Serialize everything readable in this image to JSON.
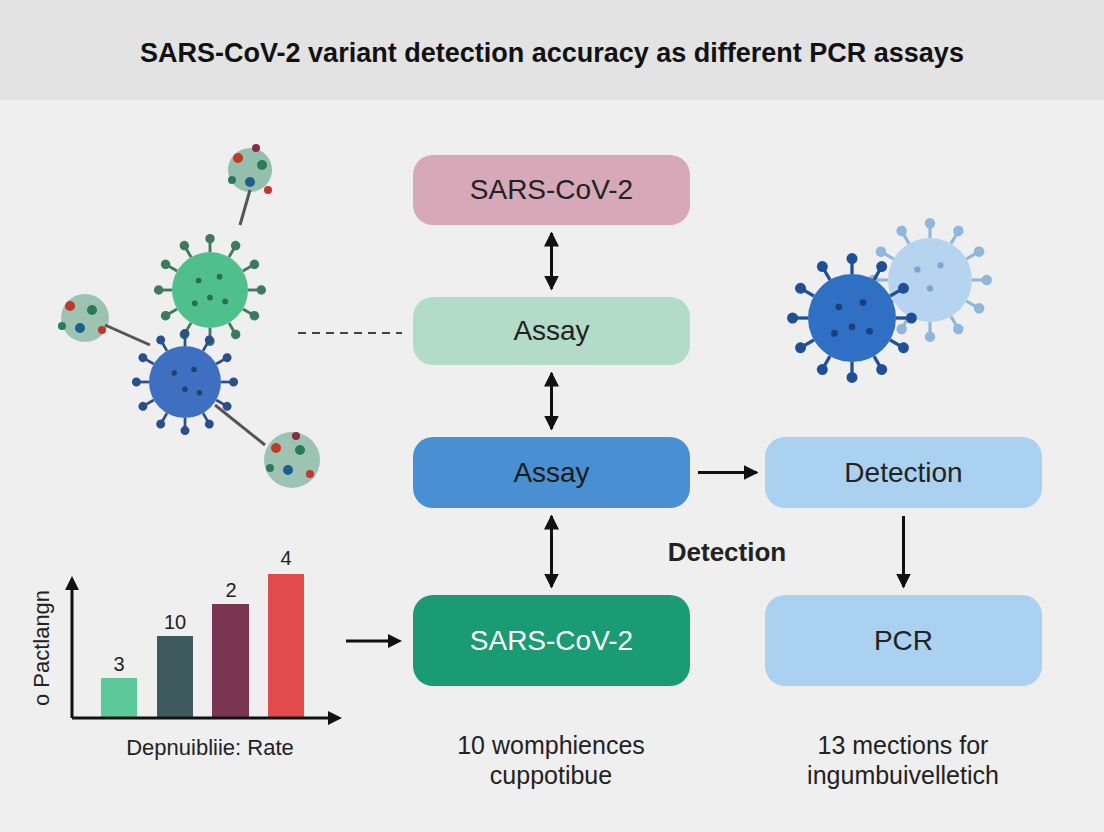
{
  "diagram": {
    "title": "SARS-CoV-2 variant detection accuracy as different PCR assays",
    "nodes": [
      {
        "text": [
          "SARS-CoV-2"
        ]
      },
      {
        "text": [
          "Assay"
        ]
      },
      {
        "text": [
          "Assay"
        ]
      },
      {
        "text": [
          "Detection"
        ]
      },
      {
        "text": [
          "SARS-CoV-2"
        ]
      },
      {
        "text": [
          "PCR"
        ]
      }
    ],
    "edges": [
      {
        "from": 0,
        "to": 1,
        "arrow": "both"
      },
      {
        "from": 1,
        "to": 2,
        "arrow": "both"
      },
      {
        "from": 2,
        "to": 4,
        "arrow": "both"
      },
      {
        "from": 2,
        "to": 3,
        "arrow": "to"
      },
      {
        "from": 3,
        "to": 5,
        "arrow": "to"
      }
    ],
    "labels": [
      "o Pactlangn",
      "3",
      "10",
      "2",
      "4",
      "Depnuibliie: Rate",
      "Detection",
      "10 womphiences cuppotibue",
      "13 mections for ingumbuivelletich"
    ]
  }
}
